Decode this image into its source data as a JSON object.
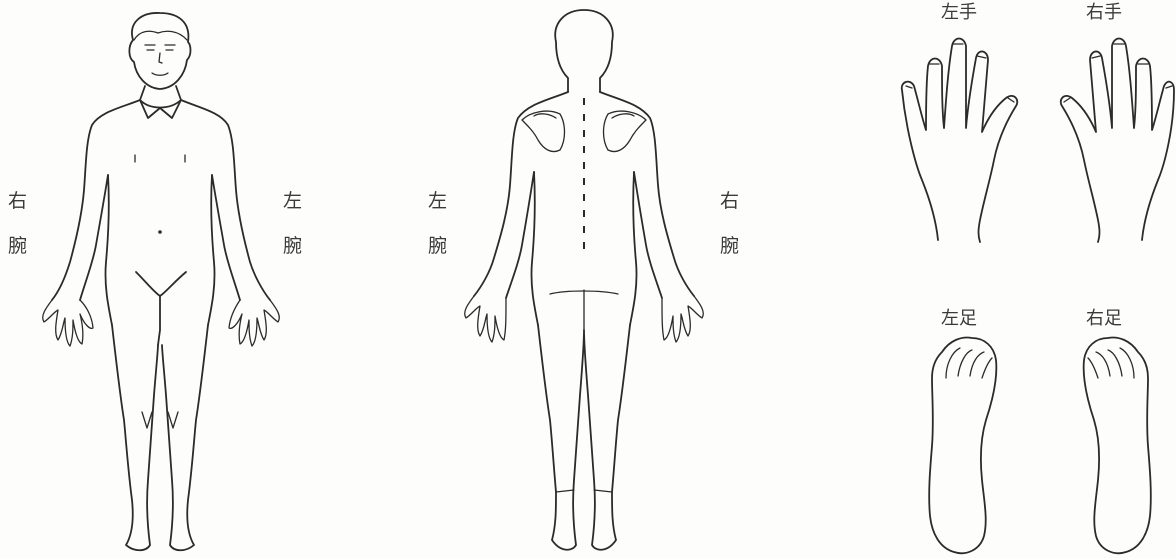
{
  "labels": {
    "front_right_arm": [
      "右",
      "腕"
    ],
    "front_left_arm": [
      "左",
      "腕"
    ],
    "back_left_arm": [
      "左",
      "腕"
    ],
    "back_right_arm": [
      "右",
      "腕"
    ],
    "left_hand": "左手",
    "right_hand": "右手",
    "left_foot": "左足",
    "right_foot": "右足"
  },
  "colors": {
    "line": "#2b2b2b",
    "text": "#3a3a3a",
    "background": "#fdfdfc"
  }
}
